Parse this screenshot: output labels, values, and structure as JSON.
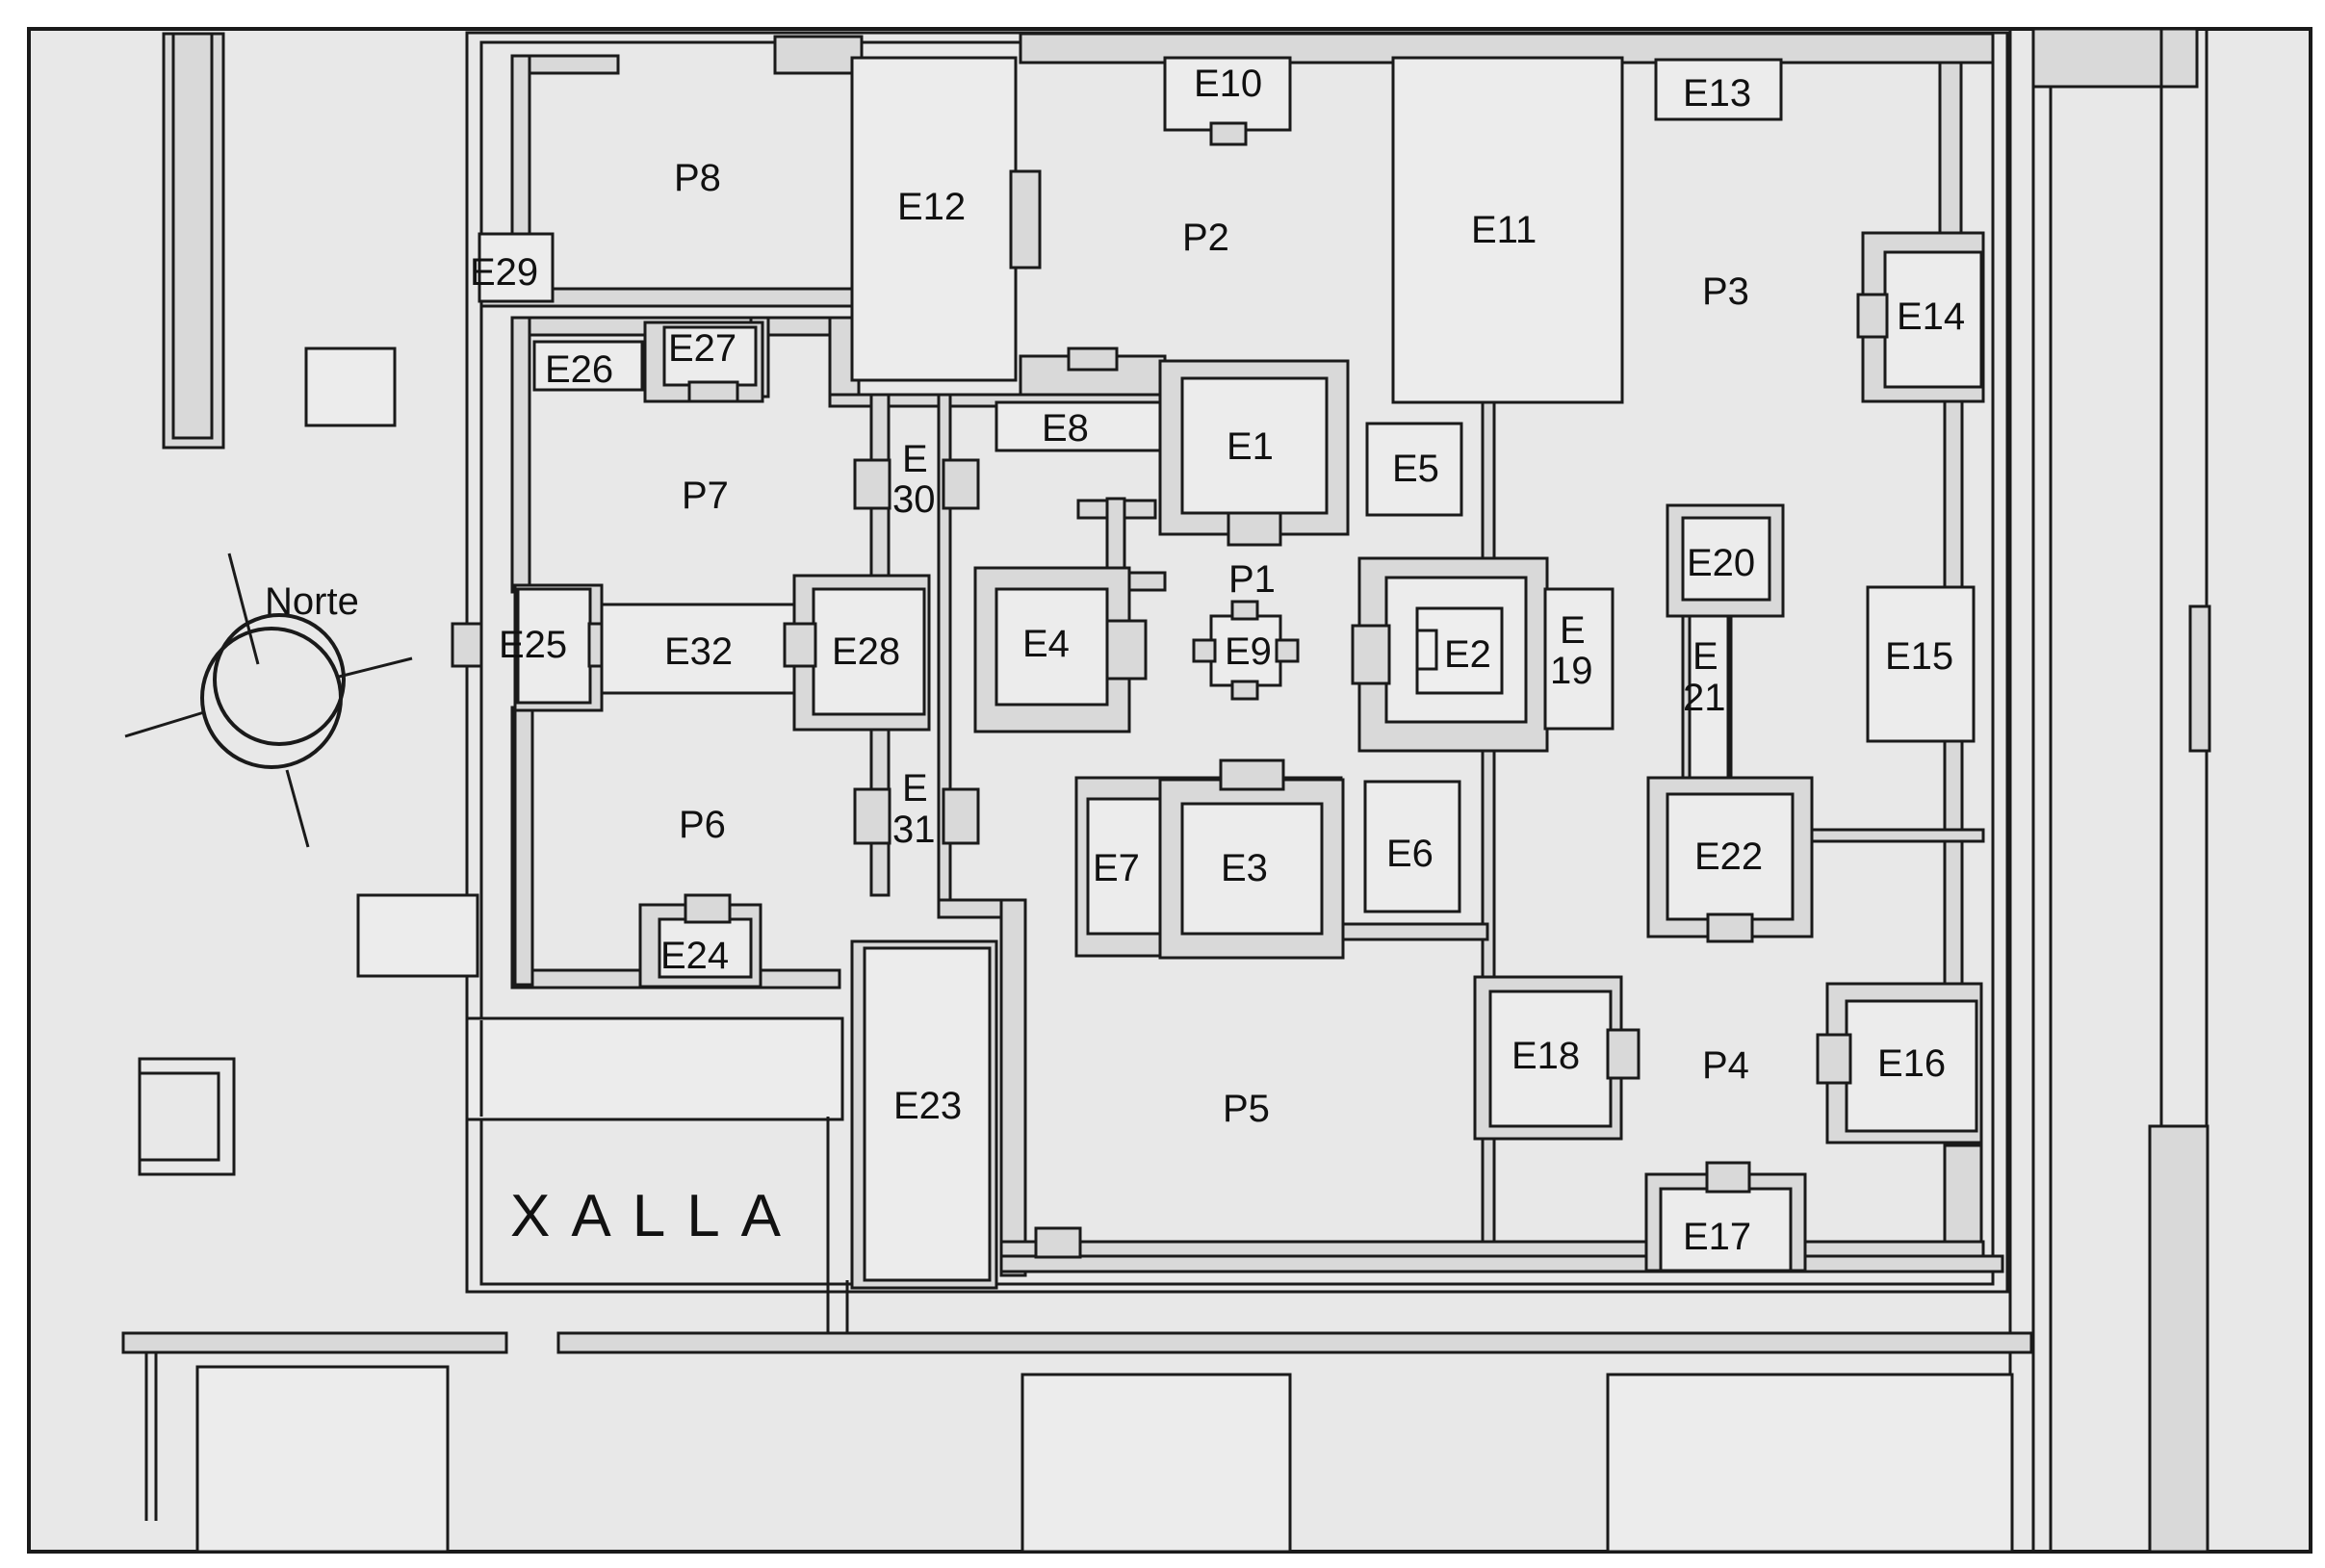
{
  "map_title": "XALLA",
  "north_label": "Norte",
  "colors": {
    "ground": "#e8e8e8",
    "outline": "#1a1a1a",
    "paper": "#ffffff"
  },
  "labels": {
    "E1": "E1",
    "E2": "E2",
    "E3": "E3",
    "E4": "E4",
    "E5": "E5",
    "E6": "E6",
    "E7": "E7",
    "E8": "E8",
    "E9": "E9",
    "E10": "E10",
    "E11": "E11",
    "E12": "E12",
    "E13": "E13",
    "E14": "E14",
    "E15": "E15",
    "E16": "E16",
    "E17": "E17",
    "E18": "E18",
    "E19a": "E",
    "E19b": "19",
    "E20": "E20",
    "E21a": "E",
    "E21b": "21",
    "E22": "E22",
    "E23": "E23",
    "E24": "E24",
    "E25": "E25",
    "E26": "E26",
    "E27": "E27",
    "E28": "E28",
    "E29": "E29",
    "E30a": "E",
    "E30b": "30",
    "E31a": "E",
    "E31b": "31",
    "E32": "E32",
    "P1": "P1",
    "P2": "P2",
    "P3": "P3",
    "P4": "P4",
    "P5": "P5",
    "P6": "P6",
    "P7": "P7",
    "P8": "P8"
  }
}
